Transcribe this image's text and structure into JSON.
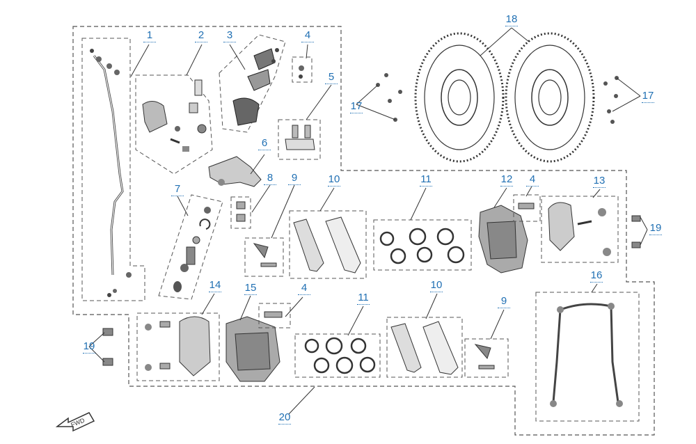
{
  "callouts": {
    "c1": "1",
    "c2": "2",
    "c3": "3",
    "c4a": "4",
    "c5": "5",
    "c6": "6",
    "c7": "7",
    "c8": "8",
    "c9a": "9",
    "c10a": "10",
    "c11a": "11",
    "c12": "12",
    "c4b": "4",
    "c13": "13",
    "c17a": "17",
    "c18": "18",
    "c17b": "17",
    "c19a": "19",
    "c14": "14",
    "c15": "15",
    "c4c": "4",
    "c11b": "11",
    "c10b": "10",
    "c9b": "9",
    "c16": "16",
    "c19b": "19",
    "c20": "20"
  },
  "arrow_label": "FWD",
  "colors": {
    "callout": "#1f6fb3",
    "line": "#333333",
    "dash": "#555555"
  }
}
